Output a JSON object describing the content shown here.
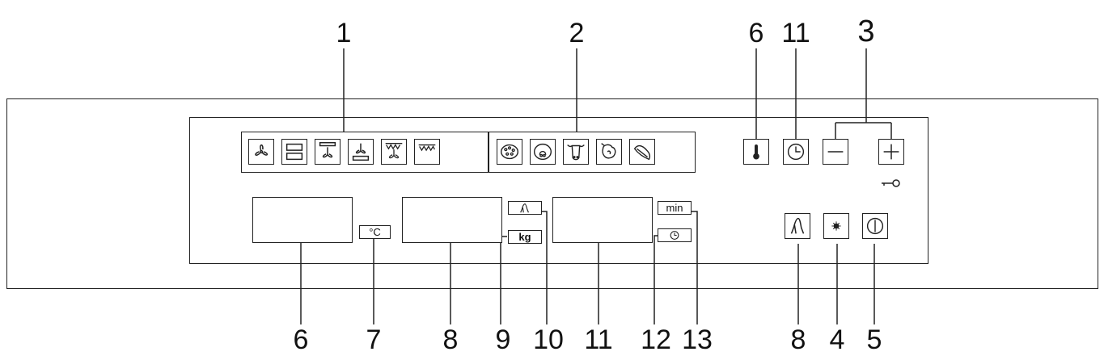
{
  "callouts_top": {
    "n1": "1",
    "n2": "2",
    "n6": "6",
    "n11": "11",
    "n3": "3"
  },
  "callouts_bottom": {
    "n6": "6",
    "n7": "7",
    "n8": "8",
    "n9": "9",
    "n10": "10",
    "n11": "11",
    "n12": "12",
    "n13": "13",
    "n8b": "8",
    "n4": "4",
    "n5": "5"
  },
  "indicators": {
    "celsius": "°C",
    "kg": "kg",
    "min": "min"
  },
  "buttons": {
    "mode_group": [
      "fan-icon",
      "top-bottom-heat-icon",
      "top-heat-fan-icon",
      "bottom-heat-fan-icon",
      "grill-fan-icon",
      "grill-icon"
    ],
    "program_group": [
      "pizza-icon",
      "poultry-icon",
      "beef-icon",
      "pork-icon",
      "fish-icon"
    ],
    "temperature": "thermometer-icon",
    "clock": "clock-icon",
    "minus": "minus-icon",
    "plus": "plus-icon",
    "key_lock": "key-icon",
    "weight_program": "weight-program-icon",
    "light": "light-icon",
    "power": "power-icon"
  }
}
